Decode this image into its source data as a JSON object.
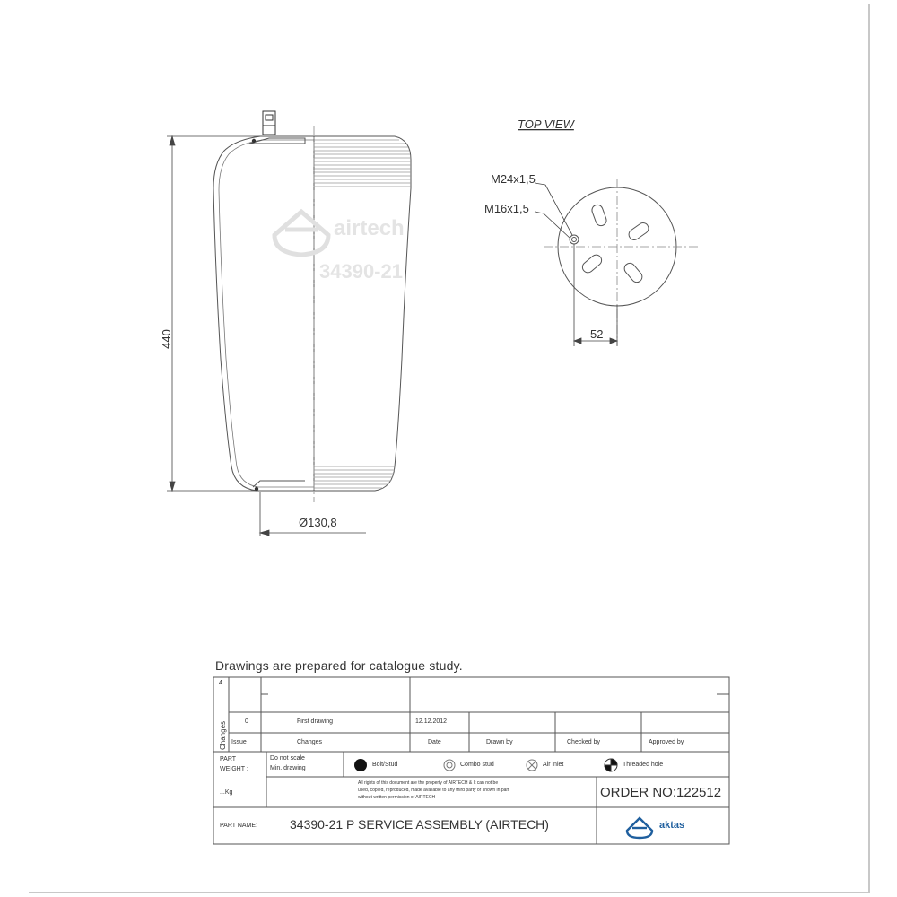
{
  "top_view": {
    "title": "TOP VIEW",
    "thread_label_1": "M24x1,5",
    "thread_label_2": "M16x1,5",
    "dim_52": "52"
  },
  "side_view": {
    "height_dim": "440",
    "diameter_dim": "Ø130,8",
    "brand_watermark": "airtech",
    "part_watermark": "34390-21"
  },
  "note": "Drawings are  prepared for  catalogue study.",
  "title_block": {
    "changes_label": "Changes",
    "rev_marker": "4",
    "issue_value": "0",
    "change_value": "First drawing",
    "date_value": "12.12.2012",
    "header_issue": "Issue",
    "header_changes": "Changes",
    "header_date": "Date",
    "header_drawn_by": "Drawn by",
    "header_checked_by": "Checked by",
    "header_approved_by": "Approved by",
    "part_weight_label_1": "PART",
    "part_weight_label_2": "WEIGHT :",
    "weight_unit": "...Kg",
    "scale_note_1": "Do not scale",
    "scale_note_2": "Min. drawing",
    "legend_bolt": "Bolt/Stud",
    "legend_combo": "Combo stud",
    "legend_air": "Air inlet",
    "legend_thread": "Threaded hole",
    "rights_1": "All rights of this document are the property of AIRTECH & It can not be",
    "rights_2": "used, copied, reproduced, made available to any third party or shown in part",
    "rights_3": "without written permission of AIRTECH",
    "order_no": "ORDER NO:122512",
    "part_name_label": "PART NAME:",
    "part_name": "34390-21 P SERVICE ASSEMBLY (AIRTECH)",
    "logo_text": "aktas"
  }
}
